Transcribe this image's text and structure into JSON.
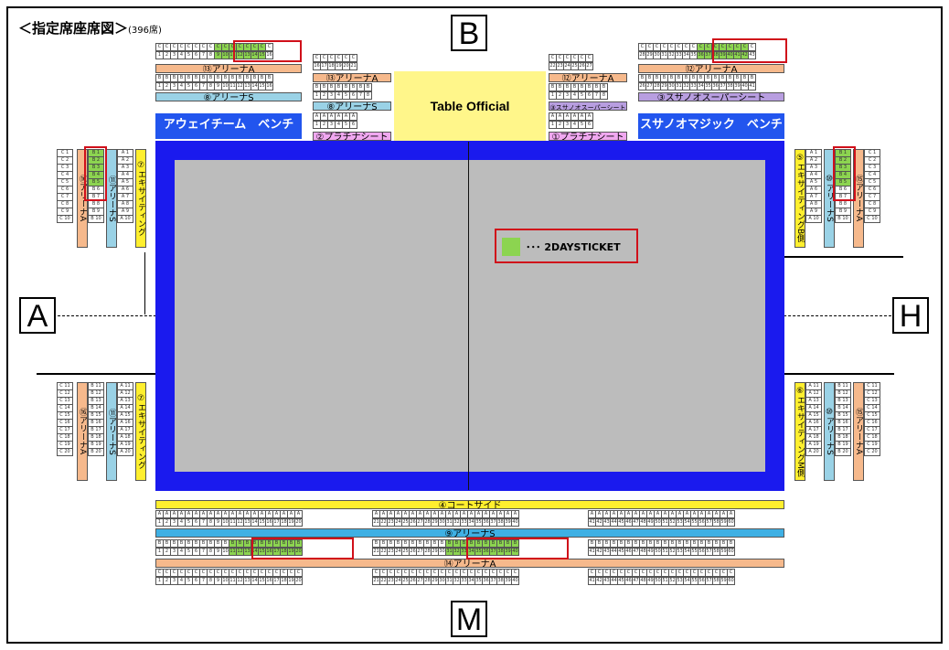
{
  "title": {
    "main": "＜指定席座席図＞",
    "count": "(396席)"
  },
  "letters": {
    "b": "B",
    "a": "A",
    "h": "H",
    "m": "M"
  },
  "table_official": "Table Official",
  "benches": {
    "away": "アウェイチーム　ベンチ",
    "home": "スサノオマジック　ベンチ"
  },
  "legend": {
    "text": "･･･ 2DAYSTICKET",
    "color": "#8cd450"
  },
  "colors": {
    "court_border": "#1a1aee",
    "court": "#bcbcbc",
    "arena_a": "#f6b98c",
    "arena_s": "#9ad2e6",
    "excite": "#ffef2e",
    "super": "#b89ee0",
    "platinum": "#f0a8f0",
    "table_official": "#fff68a"
  },
  "sections": {
    "s13a_top": "⑬アリーナA",
    "s8s_top": "⑧アリーナS",
    "s13a_mid": "⑬アリーナA",
    "s8s_mid": "⑧アリーナS",
    "s2p": "②プラチナシート",
    "s12a_mid": "⑫アリーナA",
    "s3ss_mid": "③スサノオスーパーシート",
    "s1p": "①プラチナシート",
    "s12a_top": "⑫アリーナA",
    "s3ss_top": "③スサノオスーパーシート",
    "s16a": "⑯アリーナA",
    "s11s": "⑪アリーナS",
    "s7e": "⑦エキサイティング",
    "s5e": "⑤エキサイティングB側",
    "s10s": "⑩アリーナS",
    "s15a": "⑮アリーナA",
    "s6e": "⑥エキサイティングM側",
    "s4c": "④コートサイド",
    "s9s": "⑨アリーナS",
    "s14a": "⑭アリーナA"
  }
}
